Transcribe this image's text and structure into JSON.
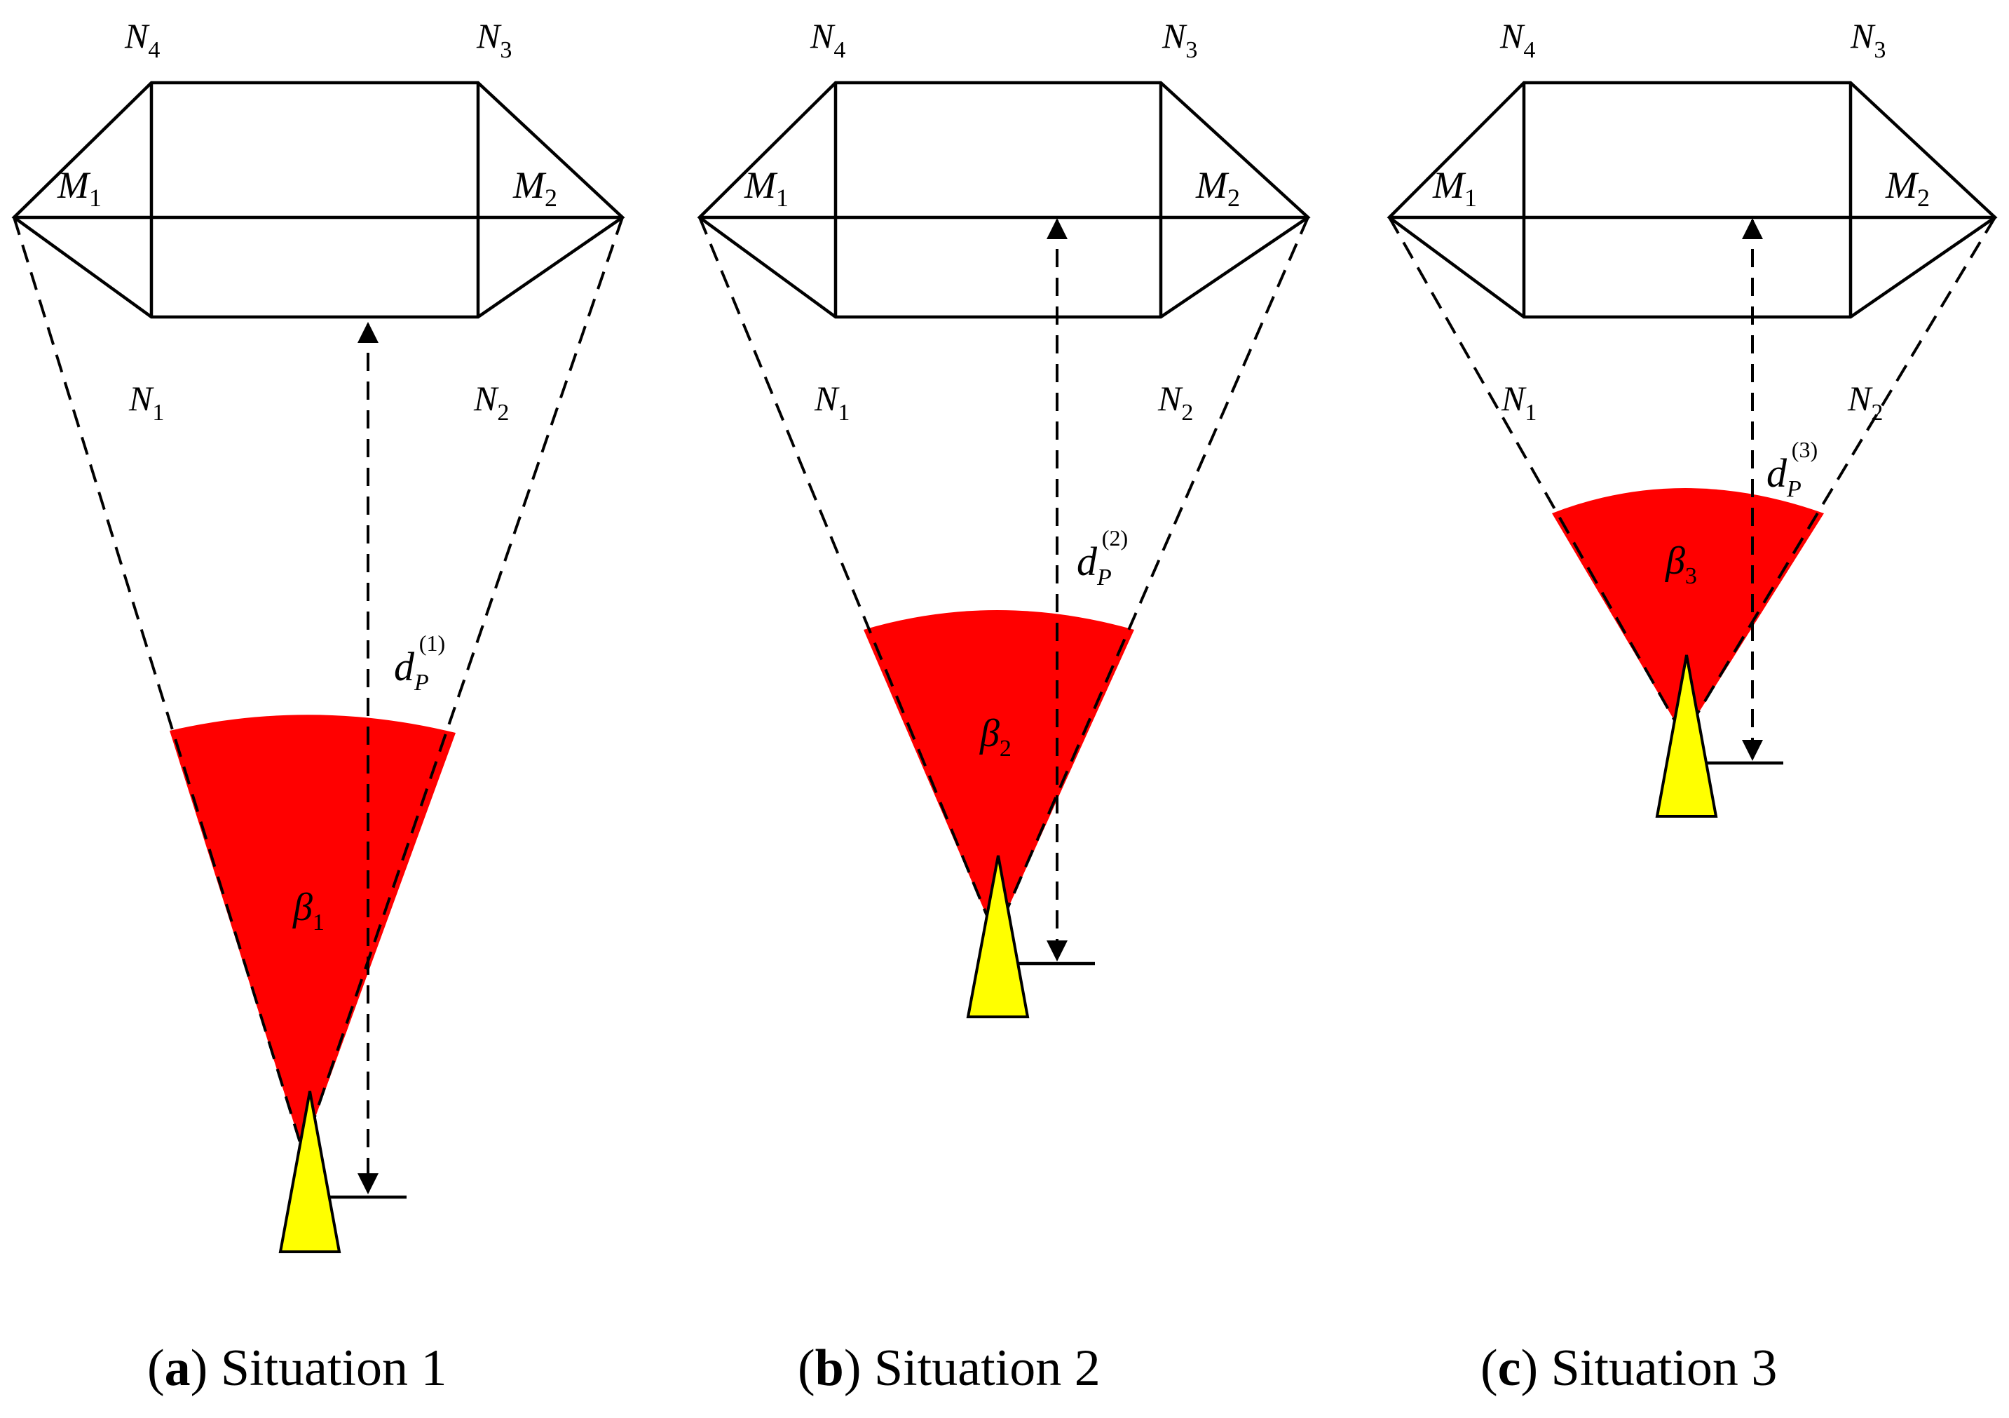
{
  "colors": {
    "sector": "#ff0000",
    "ship": "#ffff00",
    "line": "#000000"
  },
  "node_labels": {
    "N4": {
      "main": "N",
      "sub": "4"
    },
    "N3": {
      "main": "N",
      "sub": "3"
    },
    "N1": {
      "main": "N",
      "sub": "1"
    },
    "N2": {
      "main": "N",
      "sub": "2"
    },
    "M1": {
      "main": "M",
      "sub": "1"
    },
    "M2": {
      "main": "M",
      "sub": "2"
    }
  },
  "panels": [
    {
      "letter": "a",
      "caption_text": "Situation 1",
      "angle_label": {
        "main": "β",
        "sub": "1"
      },
      "distance_label": {
        "main": "d",
        "sub": "P",
        "sup": "(1)"
      }
    },
    {
      "letter": "b",
      "caption_text": "Situation 2",
      "angle_label": {
        "main": "β",
        "sub": "2"
      },
      "distance_label": {
        "main": "d",
        "sub": "P",
        "sup": "(2)"
      }
    },
    {
      "letter": "c",
      "caption_text": "Situation 3",
      "angle_label": {
        "main": "β",
        "sub": "3"
      },
      "distance_label": {
        "main": "d",
        "sub": "P",
        "sup": "(3)"
      }
    }
  ]
}
